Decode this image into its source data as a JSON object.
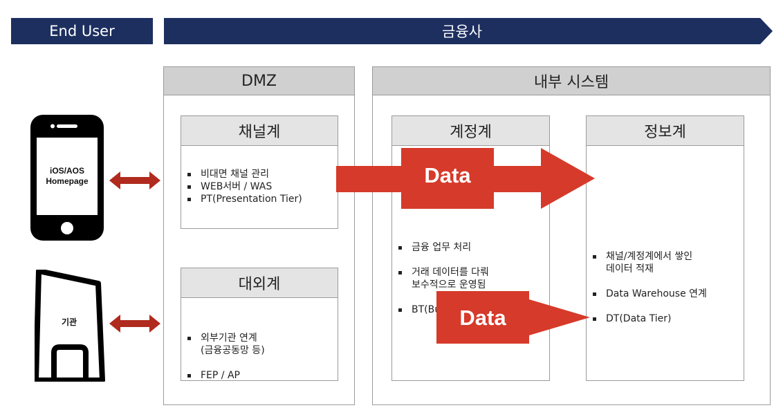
{
  "header": {
    "end_user": "End User",
    "financial": "금융사"
  },
  "dmz": {
    "title": "DMZ",
    "channel": {
      "title": "채널계",
      "items": [
        "비대면 채널 관리",
        "WEB서버 / WAS",
        "PT(Presentation Tier)"
      ]
    },
    "external": {
      "title": "대외계",
      "items": [
        "외부기관 연계\n(금융공동망 등)",
        "FEP / AP"
      ]
    }
  },
  "internal": {
    "title": "내부 시스템",
    "account": {
      "title": "계정계",
      "items": [
        "금융 업무 처리",
        "거래 데이터를 다뤄\n보수적으로 운영됨",
        "BT(Business Tier)"
      ]
    },
    "info": {
      "title": "정보계",
      "items": [
        "채널/계정계에서 쌓인\n데이터 적재",
        "Data Warehouse 연계",
        "DT(Data Tier)"
      ]
    }
  },
  "devices": {
    "phone": "iOS/AOS\nHomepage",
    "institution": "기관"
  },
  "arrows": {
    "data_label": "Data"
  },
  "colors": {
    "header": "#1d2f5f",
    "arrow": "#d63a2a",
    "double_arrow": "#b02a1e"
  }
}
